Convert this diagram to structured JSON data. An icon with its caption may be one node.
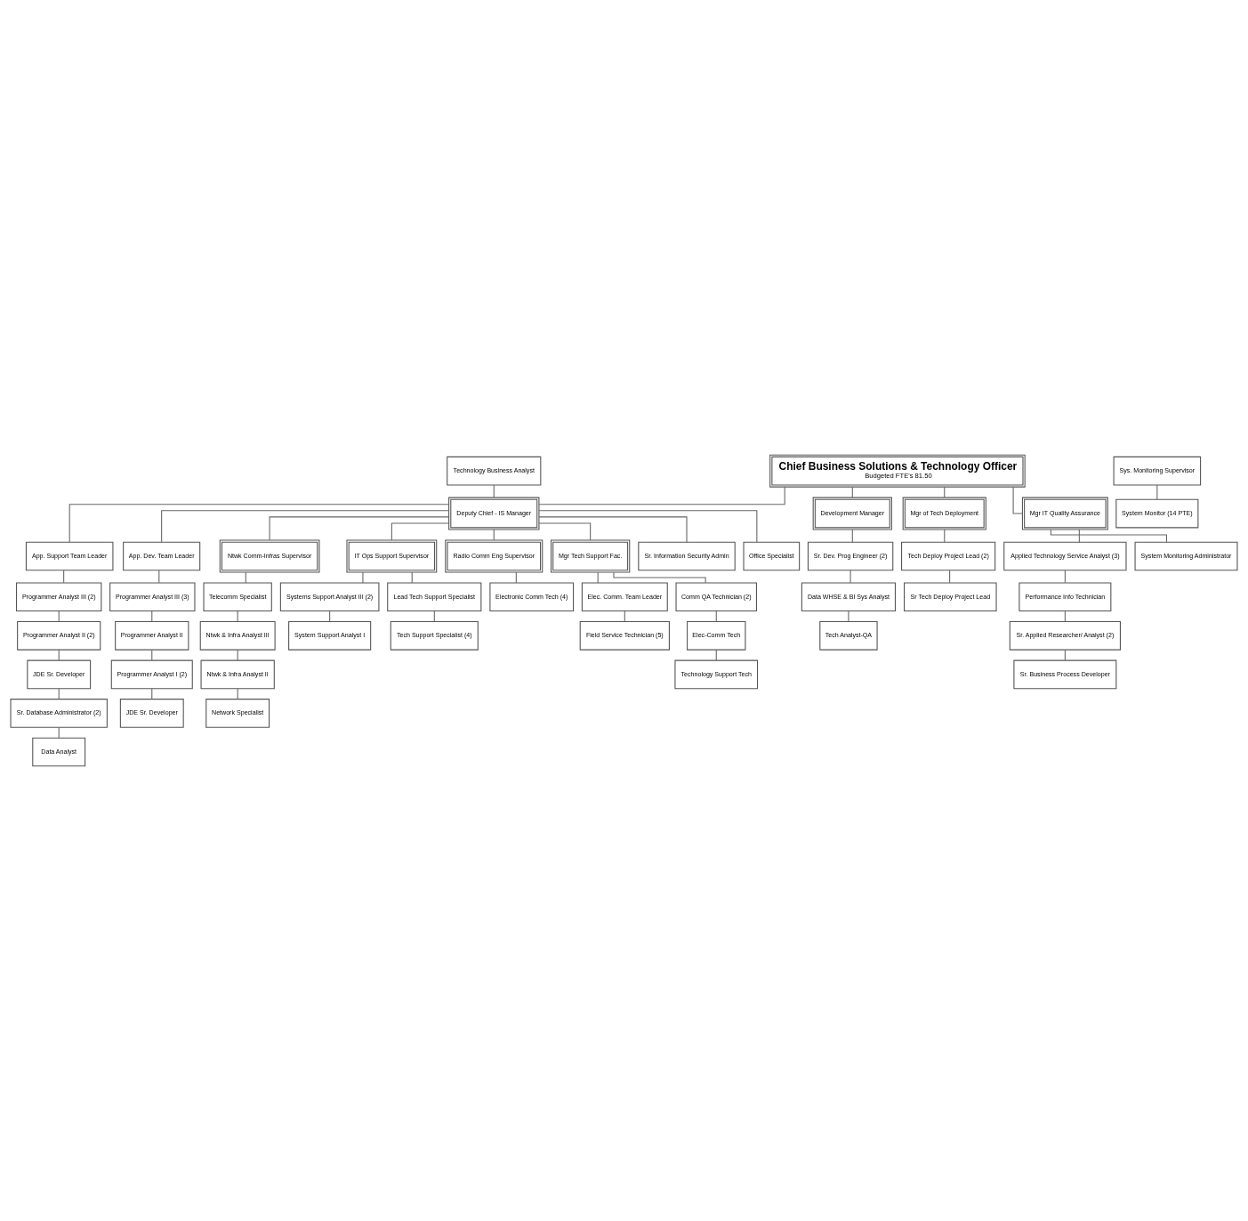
{
  "diagram": {
    "nodes": [
      {
        "text": [
          "Chief Business Solutions & Technology Officer",
          "Budgeted FTE's 81.50"
        ]
      },
      {
        "text": [
          "Mgr IT Quality Assurance"
        ]
      },
      {
        "text": [
          "Applied Technology Service Analyst (3)"
        ]
      },
      {
        "text": [
          "Performance Info Technician"
        ]
      },
      {
        "text": [
          "Sr. Applied Researcher/ Analyst (2)"
        ]
      },
      {
        "text": [
          "Sr. Business Process Developer"
        ]
      },
      {
        "text": [
          "System Monitoring Administrator"
        ]
      },
      {
        "text": [
          "Sys. Monitoring Supervisor"
        ]
      },
      {
        "text": [
          "System Monitor (14 PTE)"
        ]
      },
      {
        "text": [
          "Sr. Information Security Admin"
        ]
      },
      {
        "text": [
          "Technology Business Analyst"
        ]
      },
      {
        "text": [
          "Deputy Chief - IS Manager"
        ]
      },
      {
        "text": [
          "Office Specialist"
        ]
      },
      {
        "text": [
          "App. Support Team Leader"
        ]
      },
      {
        "text": [
          "Programmer Analyst III (2)"
        ]
      },
      {
        "text": [
          "Programmer Analyst II (2)"
        ]
      },
      {
        "text": [
          "JDE Sr. Developer"
        ]
      },
      {
        "text": [
          "Sr. Database Administrator (2)"
        ]
      },
      {
        "text": [
          "Data Analyst"
        ]
      },
      {
        "text": [
          "App. Dev. Team Leader"
        ]
      },
      {
        "text": [
          "Programmer Analyst III (3)"
        ]
      },
      {
        "text": [
          "Programmer Analyst II"
        ]
      },
      {
        "text": [
          "Programmer Analyst I (2)"
        ]
      },
      {
        "text": [
          "JDE Sr. Developer"
        ]
      },
      {
        "text": [
          "Ntwk Comm-Infras Supervisor"
        ]
      },
      {
        "text": [
          "Telecomm Specialist"
        ]
      },
      {
        "text": [
          "Ntwk & Infra Analyst III"
        ]
      },
      {
        "text": [
          "Ntwk & Infra Analyst II"
        ]
      },
      {
        "text": [
          "Network Specialist"
        ]
      },
      {
        "text": [
          "IT Ops Support Supervisor"
        ]
      },
      {
        "text": [
          "Systems Support Analyst III (2)"
        ]
      },
      {
        "text": [
          "System Support Analyst I"
        ]
      },
      {
        "text": [
          "Lead Tech Support Specialist"
        ]
      },
      {
        "text": [
          "Tech Support Specialist (4)"
        ]
      },
      {
        "text": [
          "Radio Comm Eng Supervisor"
        ]
      },
      {
        "text": [
          "Electronic Comm Tech (4)"
        ]
      },
      {
        "text": [
          "Mgr Tech Support Fac."
        ]
      },
      {
        "text": [
          "Elec. Comm. Team Leader"
        ]
      },
      {
        "text": [
          "Field Service Technician (5)"
        ]
      },
      {
        "text": [
          "Comm QA Technician (2)"
        ]
      },
      {
        "text": [
          "Elec-Comm Tech"
        ]
      },
      {
        "text": [
          "Technology Support Tech"
        ]
      },
      {
        "text": [
          "Development Manager"
        ]
      },
      {
        "text": [
          "Sr. Dev. Prog Engineer (2)"
        ]
      },
      {
        "text": [
          "Data WHSE & BI Sys Analyst"
        ]
      },
      {
        "text": [
          "Tech Analyst-QA"
        ]
      },
      {
        "text": [
          "Mgr of Tech Deployment"
        ]
      },
      {
        "text": [
          "Tech Deploy Project Lead (2)"
        ]
      },
      {
        "text": [
          "Sr Tech Deploy Project Lead"
        ]
      }
    ],
    "edges": [
      {
        "from": 0,
        "to": 1,
        "arrow": "none"
      },
      {
        "from": 0,
        "to": 11,
        "arrow": "none"
      },
      {
        "from": 0,
        "to": 42,
        "arrow": "none"
      },
      {
        "from": 0,
        "to": 46,
        "arrow": "none"
      },
      {
        "from": 1,
        "to": 2,
        "arrow": "none"
      },
      {
        "from": 2,
        "to": 3,
        "arrow": "none"
      },
      {
        "from": 3,
        "to": 4,
        "arrow": "none"
      },
      {
        "from": 4,
        "to": 5,
        "arrow": "none"
      },
      {
        "from": 1,
        "to": 6,
        "arrow": "none"
      },
      {
        "from": 7,
        "to": 8,
        "arrow": "none"
      },
      {
        "from": 10,
        "to": 11,
        "arrow": "none"
      },
      {
        "from": 11,
        "to": 12,
        "arrow": "none"
      },
      {
        "from": 11,
        "to": 9,
        "arrow": "none"
      },
      {
        "from": 11,
        "to": 13,
        "arrow": "none"
      },
      {
        "from": 13,
        "to": 14,
        "arrow": "none"
      },
      {
        "from": 14,
        "to": 15,
        "arrow": "none"
      },
      {
        "from": 15,
        "to": 16,
        "arrow": "none"
      },
      {
        "from": 16,
        "to": 17,
        "arrow": "none"
      },
      {
        "from": 17,
        "to": 18,
        "arrow": "none"
      },
      {
        "from": 11,
        "to": 19,
        "arrow": "none"
      },
      {
        "from": 19,
        "to": 20,
        "arrow": "none"
      },
      {
        "from": 20,
        "to": 21,
        "arrow": "none"
      },
      {
        "from": 21,
        "to": 22,
        "arrow": "none"
      },
      {
        "from": 22,
        "to": 23,
        "arrow": "none"
      },
      {
        "from": 11,
        "to": 24,
        "arrow": "none"
      },
      {
        "from": 24,
        "to": 25,
        "arrow": "none"
      },
      {
        "from": 25,
        "to": 26,
        "arrow": "none"
      },
      {
        "from": 26,
        "to": 27,
        "arrow": "none"
      },
      {
        "from": 27,
        "to": 28,
        "arrow": "none"
      },
      {
        "from": 11,
        "to": 29,
        "arrow": "none"
      },
      {
        "from": 29,
        "to": 30,
        "arrow": "none"
      },
      {
        "from": 30,
        "to": 31,
        "arrow": "none"
      },
      {
        "from": 29,
        "to": 32,
        "arrow": "none"
      },
      {
        "from": 32,
        "to": 33,
        "arrow": "none"
      },
      {
        "from": 11,
        "to": 34,
        "arrow": "none"
      },
      {
        "from": 34,
        "to": 35,
        "arrow": "none"
      },
      {
        "from": 11,
        "to": 36,
        "arrow": "none"
      },
      {
        "from": 36,
        "to": 37,
        "arrow": "none"
      },
      {
        "from": 37,
        "to": 38,
        "arrow": "none"
      },
      {
        "from": 36,
        "to": 39,
        "arrow": "none"
      },
      {
        "from": 39,
        "to": 40,
        "arrow": "none"
      },
      {
        "from": 40,
        "to": 41,
        "arrow": "none"
      },
      {
        "from": 42,
        "to": 43,
        "arrow": "none"
      },
      {
        "from": 43,
        "to": 44,
        "arrow": "none"
      },
      {
        "from": 44,
        "to": 45,
        "arrow": "none"
      },
      {
        "from": 46,
        "to": 47,
        "arrow": "none"
      },
      {
        "from": 47,
        "to": 48,
        "arrow": "none"
      }
    ]
  }
}
